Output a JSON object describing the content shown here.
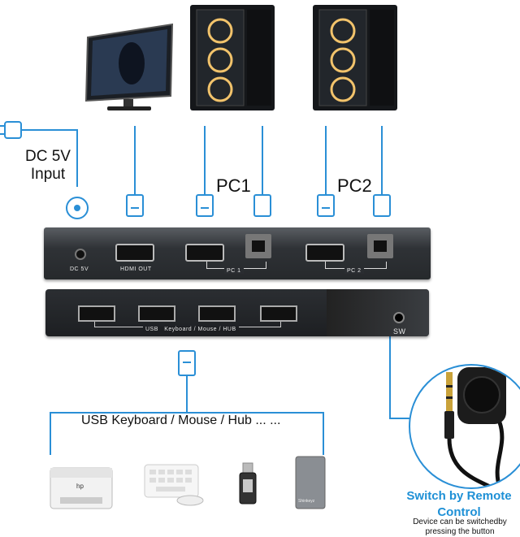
{
  "inputs": {
    "dc_input_line1": "DC 5V",
    "dc_input_line2": "Input"
  },
  "pcs": {
    "pc1_label": "PC1",
    "pc2_label": "PC2"
  },
  "rear_panel": {
    "dc_port_label": "DC 5V",
    "hdmi_out_label": "HDMI OUT",
    "pc1_bracket_label": "PC 1",
    "pc2_bracket_label": "PC 2"
  },
  "front_panel": {
    "usb_group_label": "USB   Keyboard / Mouse / HUB",
    "switch_label": "SW"
  },
  "peripherals": {
    "caption": "USB Keyboard / Mouse / Hub ... ...",
    "printer_brand": "hp",
    "drive_brand": "Shinkeyz"
  },
  "remote": {
    "title_line1": "Switch by Remote",
    "title_line2": "Control",
    "desc_line1": "Device can be switchedby",
    "desc_line2": "pressing the button"
  },
  "colors": {
    "wire": "#2a8fd6",
    "caption_blue": "#1e90d6",
    "device_body": "#2f3236",
    "panel_text": "#e8e8e8"
  }
}
